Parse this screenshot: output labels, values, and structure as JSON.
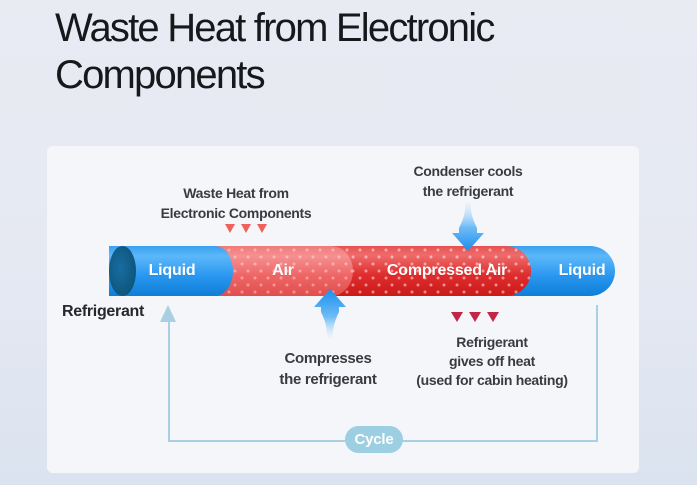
{
  "title": {
    "line1": "Waste Heat from Electronic",
    "line2": "Components"
  },
  "diagram": {
    "waste_heat_label": {
      "line1": "Waste Heat from",
      "line2": "Electronic Components"
    },
    "condenser_label": {
      "line1": "Condenser cools",
      "line2": "the refrigerant"
    },
    "compressor_label": {
      "line1": "Compresses",
      "line2": "the refrigerant"
    },
    "heat_release_label": {
      "line1": "Refrigerant",
      "line2": "gives off heat",
      "line3": "(used for cabin heating)"
    },
    "refrigerant_label": "Refrigerant",
    "cycle_label": "Cycle",
    "pipe_sections": [
      {
        "label": "Liquid",
        "state": "liquid"
      },
      {
        "label": "Air",
        "state": "air"
      },
      {
        "label": "Compressed Air",
        "state": "compressed-air"
      },
      {
        "label": "Liquid",
        "state": "liquid"
      }
    ]
  },
  "colors": {
    "page-bg-top": "#e9ebf3",
    "page-bg-bottom": "#dbe3f0",
    "panel-bg": "#f5f6f9",
    "title-color": "#17181c",
    "text-dark": "#383b40",
    "liquid-blue": "#2d9bf0",
    "pipe-cap-navy": "#0d5c90",
    "air-red": "#ee6565",
    "compressed-red": "#df2c2c",
    "arrow-blue": "#2f9ef2",
    "triangle-salmon": "#f0605c",
    "triangle-crimson": "#c32547",
    "cycle-line": "#a9d0e2",
    "cycle-pill": "#9ccfe2"
  }
}
